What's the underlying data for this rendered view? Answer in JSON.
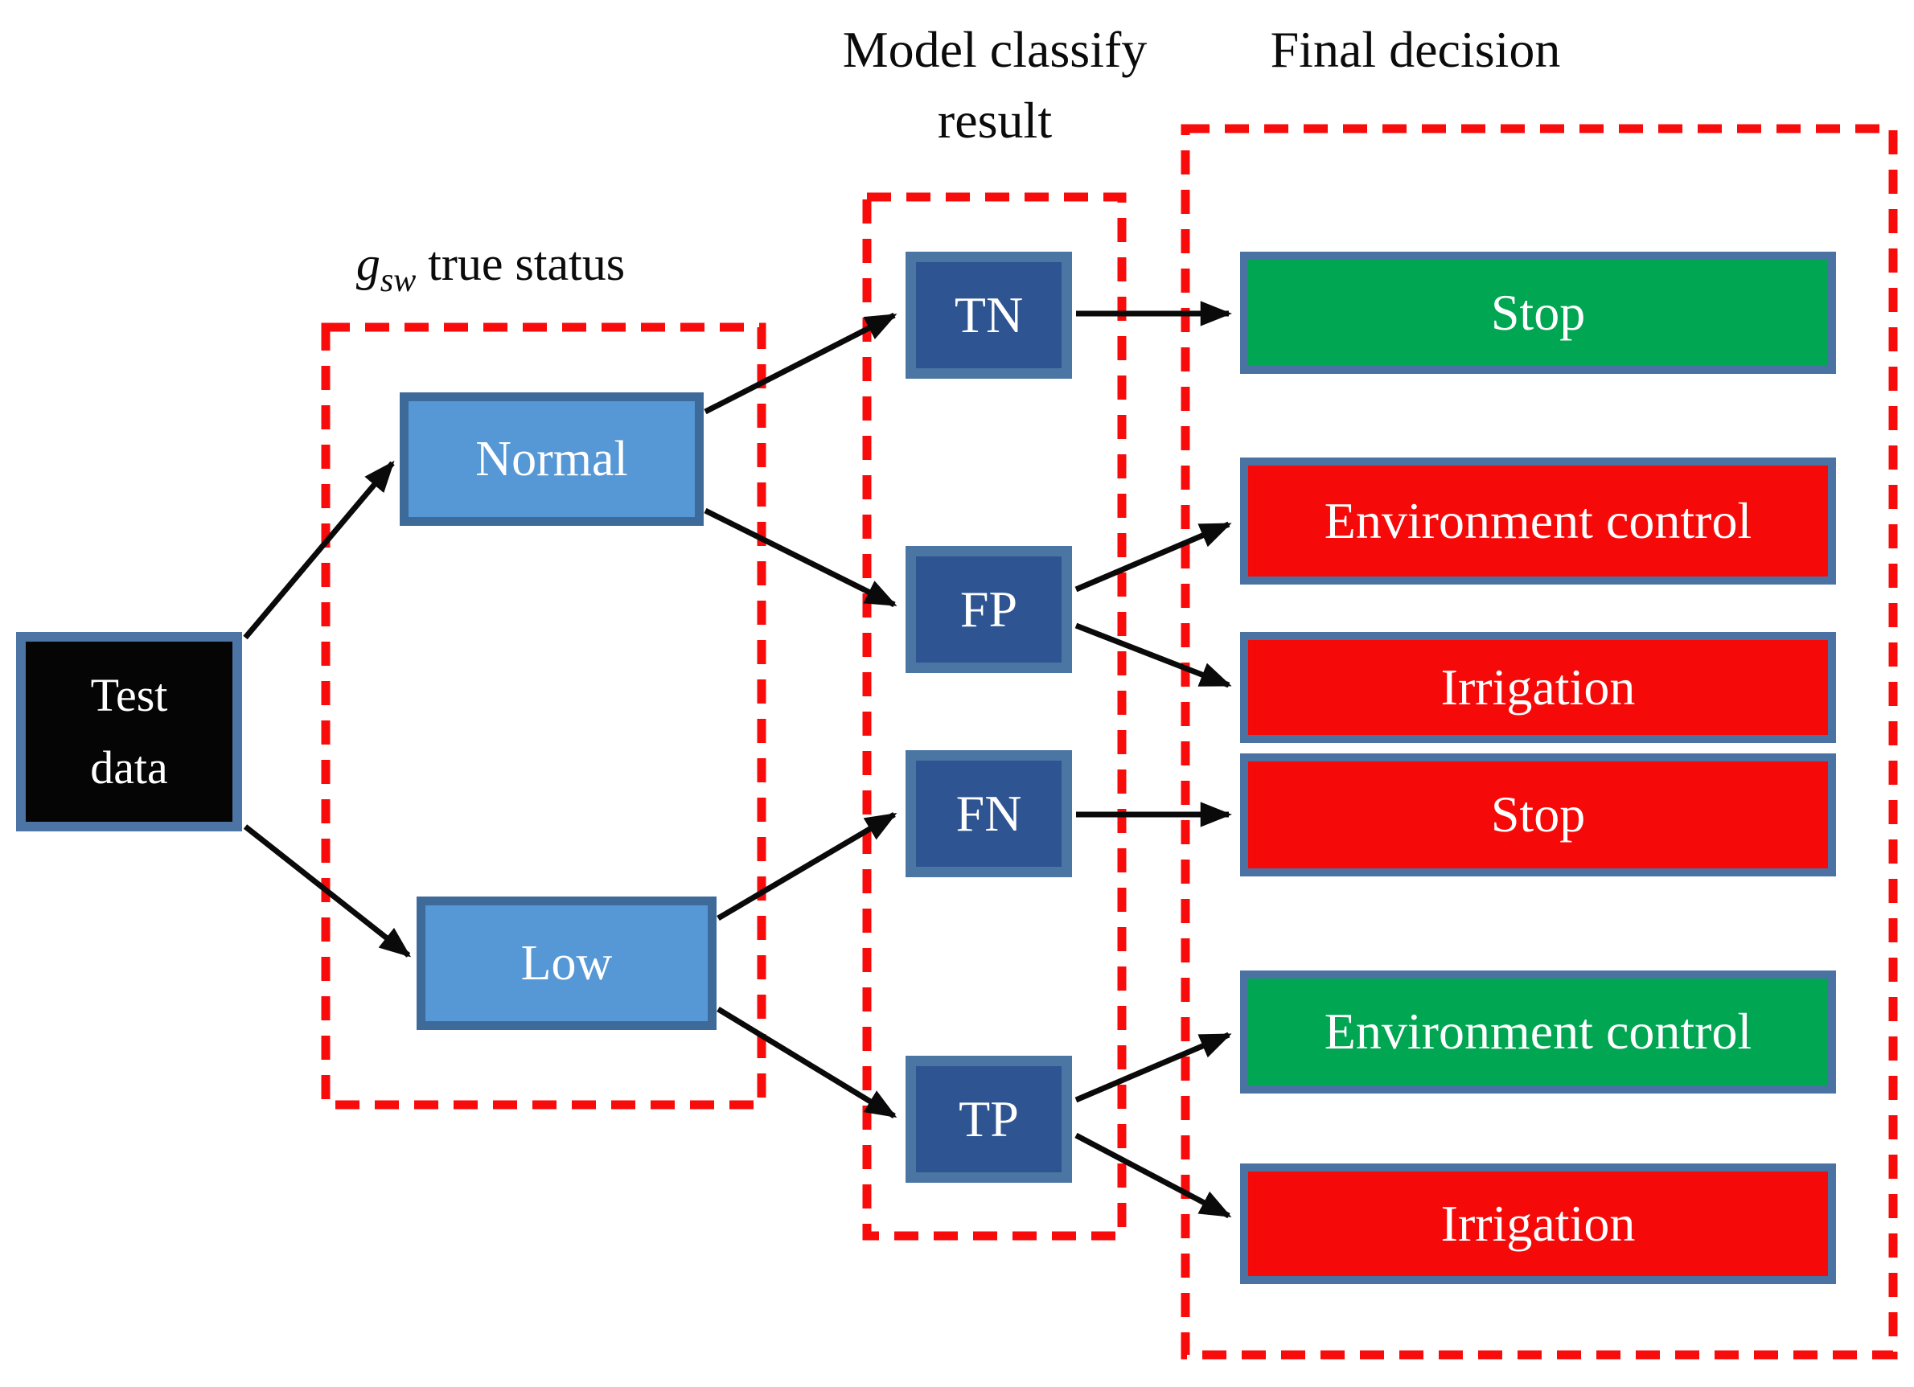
{
  "diagram": {
    "title_labels": {
      "gsw": {
        "var": "g",
        "sub": "sw",
        "rest": " true status"
      },
      "model_line1": "Model classify",
      "model_line2": "result",
      "final": "Final decision"
    },
    "nodes": {
      "test": {
        "line1": "Test",
        "line2": "data",
        "bg": "#050505",
        "text_color": "#FFFFFF"
      },
      "normal": {
        "label": "Normal",
        "bg": "#5697D5"
      },
      "low": {
        "label": "Low",
        "bg": "#5697D5"
      },
      "tn": {
        "label": "TN",
        "bg": "#2E5491"
      },
      "fp": {
        "label": "FP",
        "bg": "#2E5491"
      },
      "fn": {
        "label": "FN",
        "bg": "#2E5491"
      },
      "tp": {
        "label": "TP",
        "bg": "#2E5491"
      }
    },
    "decisions": [
      {
        "label": "Stop",
        "bg": "#00A651"
      },
      {
        "label": "Environment control",
        "bg": "#F60909"
      },
      {
        "label": "Irrigation",
        "bg": "#F60909"
      },
      {
        "label": "Stop",
        "bg": "#F60909"
      },
      {
        "label": "Environment control",
        "bg": "#00A651"
      },
      {
        "label": "Irrigation",
        "bg": "#F60909"
      }
    ],
    "colors": {
      "dashed_group_border": "#F80B0B",
      "arrow": "#0A0A0A",
      "status_green": "#00A651",
      "status_red": "#F60909",
      "light_blue": "#5697D5",
      "dark_blue": "#2E5491"
    }
  }
}
